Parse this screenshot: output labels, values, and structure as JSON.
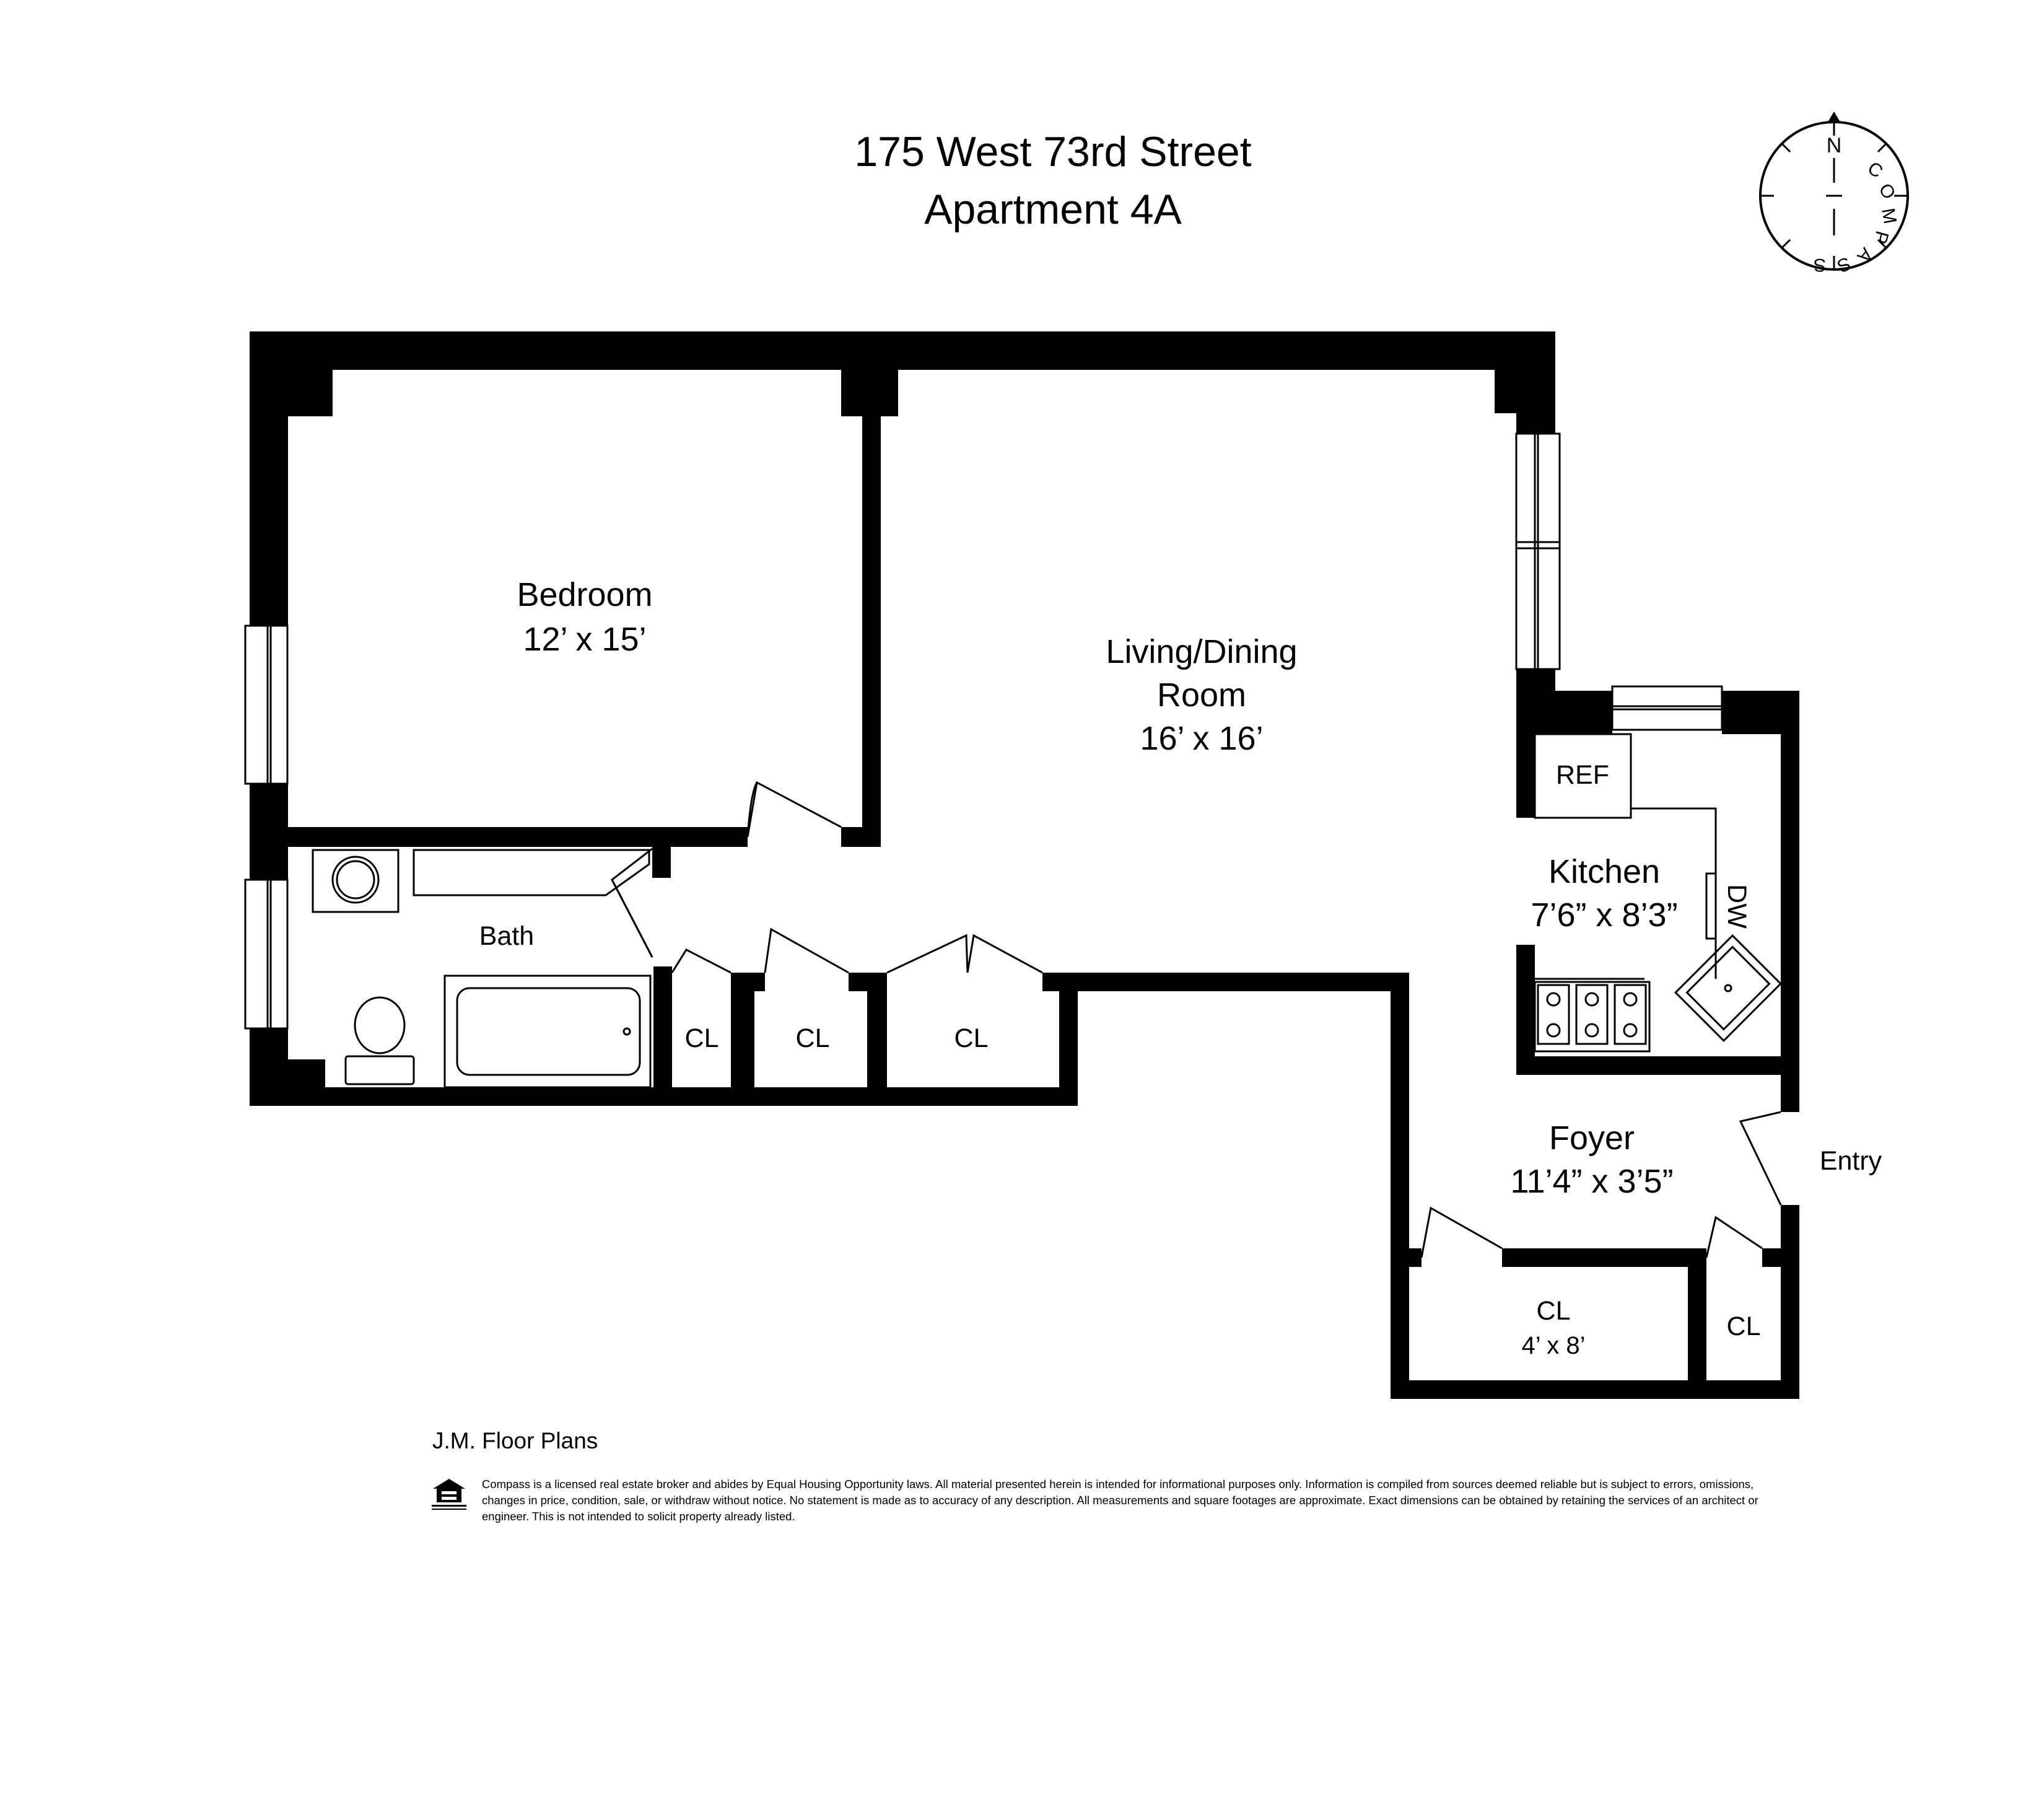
{
  "header": {
    "address": "175 West 73rd Street",
    "unit": "Apartment 4A"
  },
  "compass": {
    "north": "N",
    "ring_text": "COMPASS"
  },
  "rooms": {
    "bedroom": {
      "name": "Bedroom",
      "dims": "12’ x 15’"
    },
    "living": {
      "name_line1": "Living/Dining",
      "name_line2": "Room",
      "dims": "16’ x 16’"
    },
    "kitchen": {
      "name": "Kitchen",
      "dims": "7’6” x 8’3”"
    },
    "foyer": {
      "name": "Foyer",
      "dims": "11’4” x 3’5”"
    },
    "bath": {
      "name": "Bath"
    },
    "closet_foyer_large": {
      "name": "CL",
      "dims": "4’ x 8’"
    },
    "closets": [
      "CL",
      "CL",
      "CL",
      "CL"
    ]
  },
  "fixtures": {
    "refrigerator": "REF",
    "dishwasher": "DW"
  },
  "entry": "Entry",
  "footer": {
    "credit": "J.M. Floor Plans",
    "disclaimer": "Compass is a licensed real estate broker and abides by Equal Housing Opportunity laws. All material presented herein is intended for informational purposes only. Information is compiled from sources deemed reliable but is subject to errors, omissions, changes in price, condition, sale, or withdraw without notice. No statement is made as to accuracy of any description. All measurements and square footages are approximate. Exact dimensions can be obtained by retaining the services of an architect or engineer. This is not intended to solicit property already listed.",
    "logo_text": "EQUAL HOUSING OPPORTUNITY"
  }
}
